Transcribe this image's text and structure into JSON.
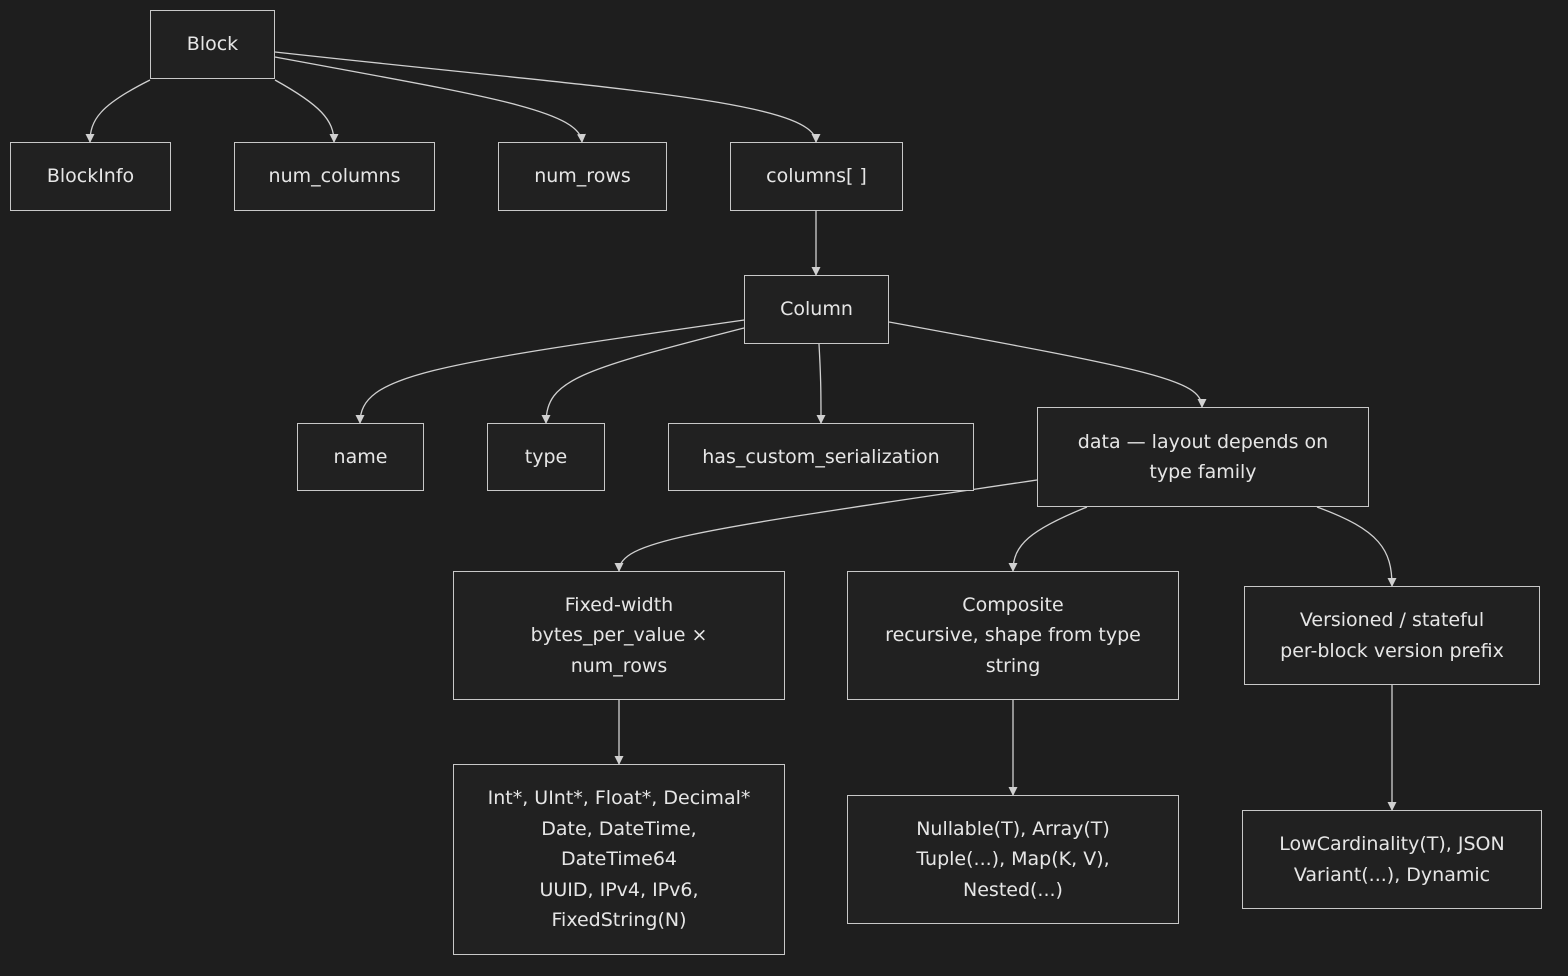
{
  "nodes": {
    "block": "Block",
    "blockinfo": "BlockInfo",
    "num_columns": "num_columns",
    "num_rows": "num_rows",
    "columns": "columns[ ]",
    "column": "Column",
    "name": "name",
    "type": "type",
    "has_custom_serialization": "has_custom_serialization",
    "data": [
      "data — layout depends on",
      "type family"
    ],
    "fixed_width": [
      "Fixed-width",
      "bytes_per_value ×",
      "num_rows"
    ],
    "composite": [
      "Composite",
      "recursive, shape from type",
      "string"
    ],
    "versioned": [
      "Versioned / stateful",
      "per-block version prefix"
    ],
    "fixed_types": [
      "Int*, UInt*, Float*, Decimal*",
      "Date, DateTime,",
      "DateTime64",
      "UUID, IPv4, IPv6,",
      "FixedString(N)"
    ],
    "composite_types": [
      "Nullable(T), Array(T)",
      "Tuple(...), Map(K, V),",
      "Nested(...)"
    ],
    "versioned_types": [
      "LowCardinality(T), JSON",
      "Variant(...), Dynamic"
    ]
  },
  "edges": [
    {
      "from": "block",
      "to": "blockinfo"
    },
    {
      "from": "block",
      "to": "num_columns"
    },
    {
      "from": "block",
      "to": "num_rows"
    },
    {
      "from": "block",
      "to": "columns"
    },
    {
      "from": "columns",
      "to": "column"
    },
    {
      "from": "column",
      "to": "name"
    },
    {
      "from": "column",
      "to": "type"
    },
    {
      "from": "column",
      "to": "has_custom_serialization"
    },
    {
      "from": "column",
      "to": "data"
    },
    {
      "from": "data",
      "to": "fixed_width"
    },
    {
      "from": "data",
      "to": "composite"
    },
    {
      "from": "data",
      "to": "versioned"
    },
    {
      "from": "fixed_width",
      "to": "fixed_types"
    },
    {
      "from": "composite",
      "to": "composite_types"
    },
    {
      "from": "versioned",
      "to": "versioned_types"
    }
  ],
  "colors": {
    "background": "#1e1e1e",
    "node_fill": "#212121",
    "node_border": "#c8c8c8",
    "text": "#e6e6e6",
    "edge": "#d0d0d0"
  }
}
